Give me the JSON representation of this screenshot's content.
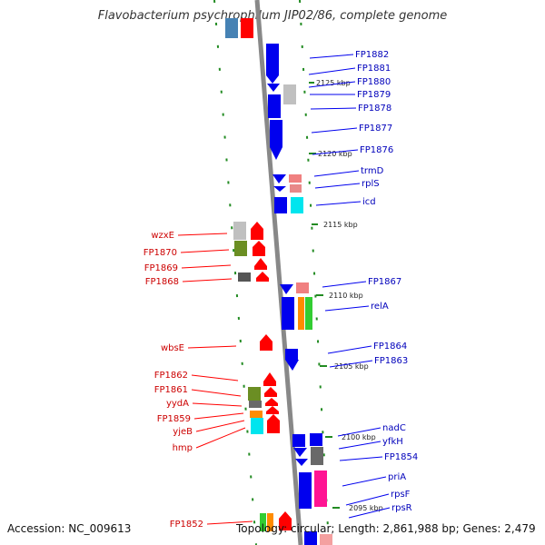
{
  "title": "Flavobacterium psychrophilum JIP02/86, complete genome",
  "footer": {
    "accession": "Accession: NC_009613",
    "topology": "Topology: circular; Length: 2,861,988 bp; Genes: 2,479"
  },
  "colors": {
    "forward": "#ff0000",
    "reverse": "#0000ee",
    "label_forward": "#cc0000",
    "label_reverse": "#0000bb",
    "backbone": "#888888",
    "guide_dots": "#228b22"
  },
  "kbp_marks": [
    "2125 kbp",
    "2120 kbp",
    "2115 kbp",
    "2110 kbp",
    "2105 kbp",
    "2100 kbp",
    "2095 kbp"
  ],
  "reverse_labels": [
    "FP1882",
    "FP1881",
    "FP1880",
    "FP1879",
    "FP1878",
    "FP1877",
    "FP1876",
    "trmD",
    "rplS",
    "icd",
    "FP1867",
    "relA",
    "FP1864",
    "FP1863",
    "nadC",
    "yfkH",
    "FP1854",
    "priA",
    "rpsF",
    "rpsR"
  ],
  "forward_labels": [
    "wzxE",
    "FP1870",
    "FP1869",
    "FP1868",
    "wbsE",
    "FP1862",
    "FP1861",
    "yydA",
    "FP1859",
    "yjeB",
    "hmp",
    "FP1852"
  ]
}
